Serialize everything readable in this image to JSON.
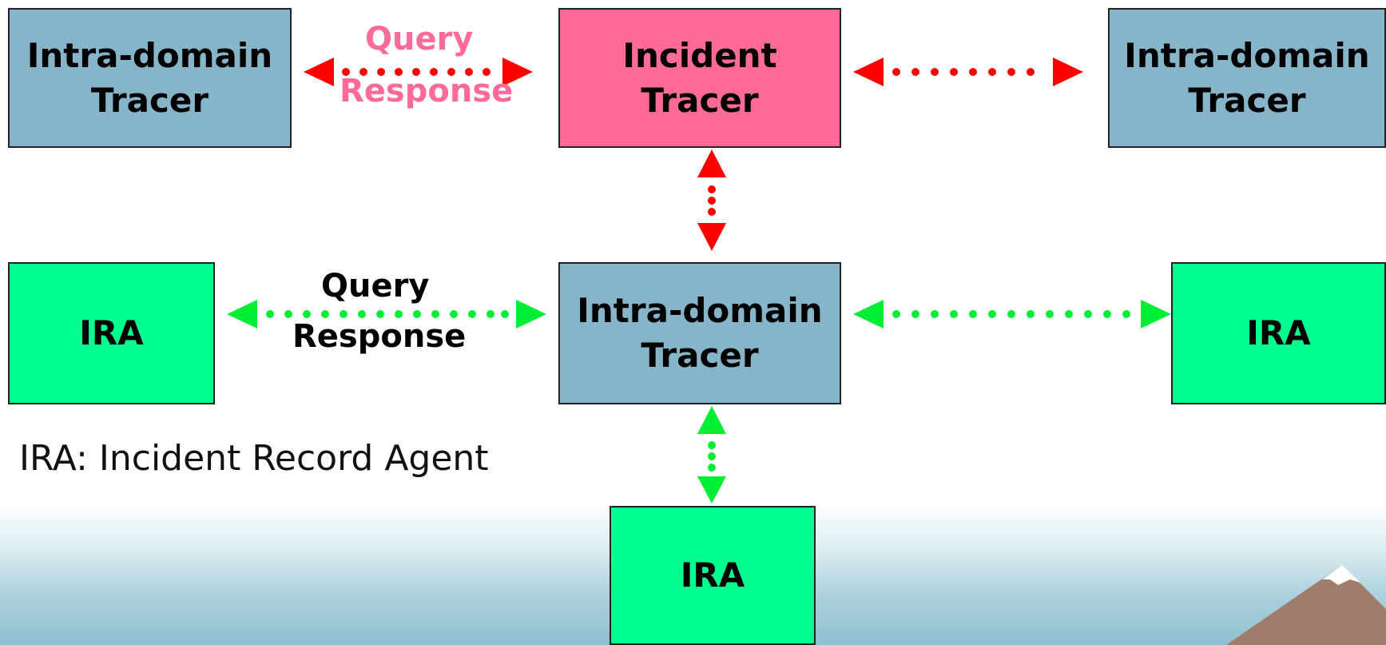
{
  "boxes": {
    "top_left_tracer": "Intra-domain\nTracer",
    "incident_tracer": "Incident\nTracer",
    "top_right_tracer": "Intra-domain\nTracer",
    "left_ira": "IRA",
    "center_tracer": "Intra-domain\nTracer",
    "right_ira": "IRA",
    "bottom_ira": "IRA"
  },
  "labels": {
    "top_query": "Query",
    "top_response": "Response",
    "mid_query": "Query",
    "mid_response": "Response"
  },
  "legend": "IRA: Incident Record Agent",
  "colors": {
    "tracer": "#86b4c8",
    "incident": "#ff6b98",
    "ira": "#00ff8f",
    "inter_arrow": "#ff0000",
    "intra_arrow": "#00ee33",
    "top_label": "#ff6b98"
  }
}
